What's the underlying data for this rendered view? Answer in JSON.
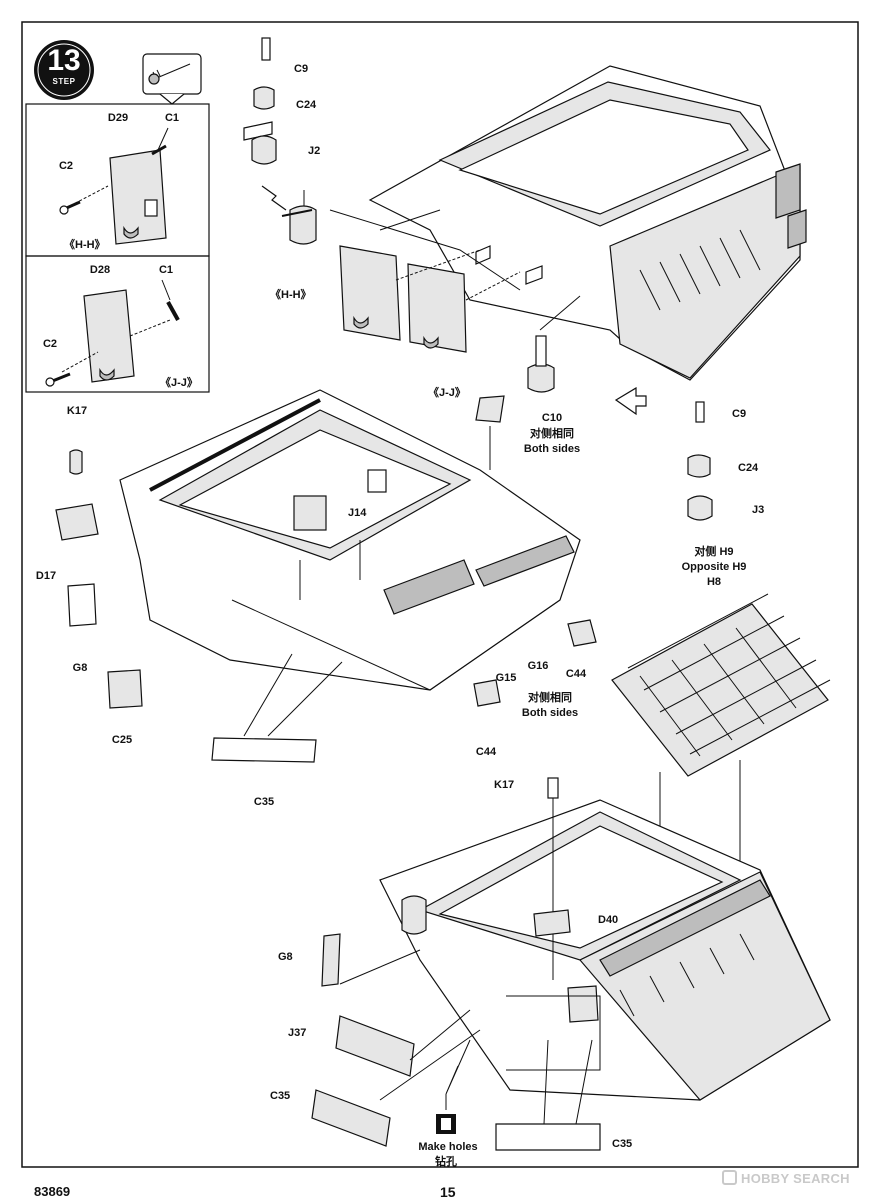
{
  "step": {
    "number": "13",
    "word": "STEP"
  },
  "insets": [
    {
      "view": "《H-H》",
      "plate": "D29",
      "part_a": "C1",
      "part_b": "C2"
    },
    {
      "view": "《J-J》",
      "plate": "D28",
      "part_a": "C1",
      "part_b": "C2"
    }
  ],
  "top_assembly": {
    "c9": "C9",
    "c24": "C24",
    "j2": "J2",
    "view_hh": "《H-H》",
    "view_jj": "《J-J》"
  },
  "right_parts": {
    "c10": "C10",
    "c10_cn": "对侧相同",
    "c10_en": "Both sides",
    "c9": "C9",
    "c24": "C24",
    "j3": "J3",
    "h9_cn": "对侧 H9",
    "h9_en": "Opposite H9",
    "h8": "H8"
  },
  "mid_assembly": {
    "k17": "K17",
    "d17": "D17",
    "g8": "G8",
    "c25": "C25",
    "c35": "C35",
    "j14": "J14",
    "g15": "G15",
    "g16": "G16",
    "c44_a": "C44",
    "c44_b": "C44",
    "both_cn": "对侧相同",
    "both_en": "Both sides"
  },
  "bottom_assembly": {
    "k17": "K17",
    "d40": "D40",
    "g8": "G8",
    "j37": "J37",
    "c35_left": "C35",
    "c35_right": "C35",
    "holes_en": "Make holes",
    "holes_cn": "钻孔"
  },
  "footer": {
    "code": "83869",
    "page": "15"
  },
  "watermark": "HOBBY SEARCH"
}
